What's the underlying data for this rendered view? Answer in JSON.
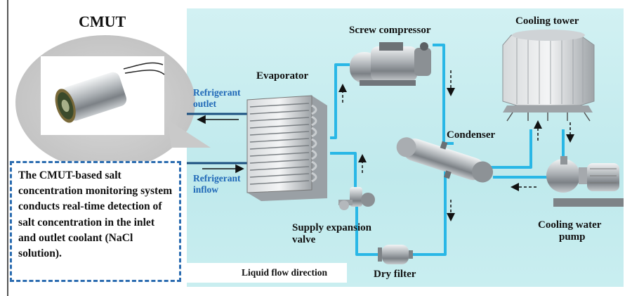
{
  "sensor": {
    "title": "CMUT",
    "description": "The CMUT-based salt concentration monitoring system conducts real-time detection of salt concentration in the inlet and outlet coolant (NaCl solution)."
  },
  "components": {
    "evaporator": "Evaporator",
    "screw_compressor": "Screw compressor",
    "cooling_tower": "Cooling tower",
    "condenser": "Condenser",
    "cooling_water_pump_line1": "Cooling water",
    "cooling_water_pump_line2": "pump",
    "supply_expansion_valve_line1": "Supply expansion",
    "supply_expansion_valve_line2": "valve",
    "dry_filter": "Dry filter"
  },
  "flows": {
    "refrigerant_outlet_line1": "Refrigerant",
    "refrigerant_outlet_line2": "outlet",
    "refrigerant_inflow_line1": "Refrigerant",
    "refrigerant_inflow_line2": "inflow"
  },
  "legend": {
    "label": "Liquid flow direction"
  },
  "colors": {
    "pipe": "#29b7e6",
    "callout_border": "#2b6cb0",
    "flow_label": "#1f68b7",
    "panel_background": "#c9eef0"
  }
}
